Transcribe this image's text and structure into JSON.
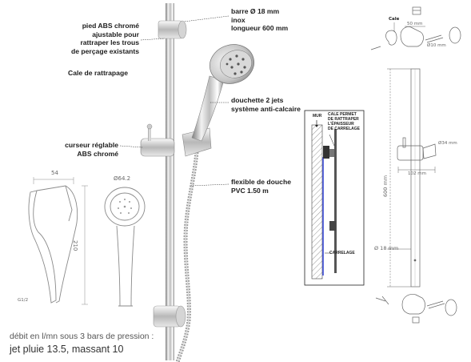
{
  "labels": {
    "foot": "pied ABS chromé\najustable pour\nrattraper les trous\nde perçage existants",
    "shim": "Cale de rattrapage",
    "slider": "curseur réglable\nABS chromé",
    "bar": "barre Ø 18 mm\ninox\nlongueur 600 mm",
    "handshower": "douchette 2 jets\nsystème anti-calcaire",
    "hose": "flexible de douche\nPVC 1.50 m"
  },
  "dimensions": {
    "head_width": "54",
    "head_diameter": "Ø64.2",
    "handle_length": "210",
    "thread": "G1/2",
    "shim_label": "Cale",
    "bracket_width": "50 mm",
    "bracket_dia": "Ø10 mm",
    "bar_height": "600 mm",
    "slider_dia": "Ø34 mm",
    "slider_width": "102 mm",
    "bar_dia": "Ø 18 mm"
  },
  "inset": {
    "wall": "MUR",
    "note": "CALE PERMET\nDE RATTRAPER\nL'ÉPAISSEUR\nDE CARRELAGE",
    "tiles": "CARRELAGE"
  },
  "footer": {
    "line1": "débit en l/mn sous 3 bars de pression :",
    "line2": "jet pluie 13.5, massant 10"
  },
  "colors": {
    "label_text": "#1d1d1d",
    "line_art": "#8a8a8a",
    "tile_blue": "#3b4bd6"
  }
}
